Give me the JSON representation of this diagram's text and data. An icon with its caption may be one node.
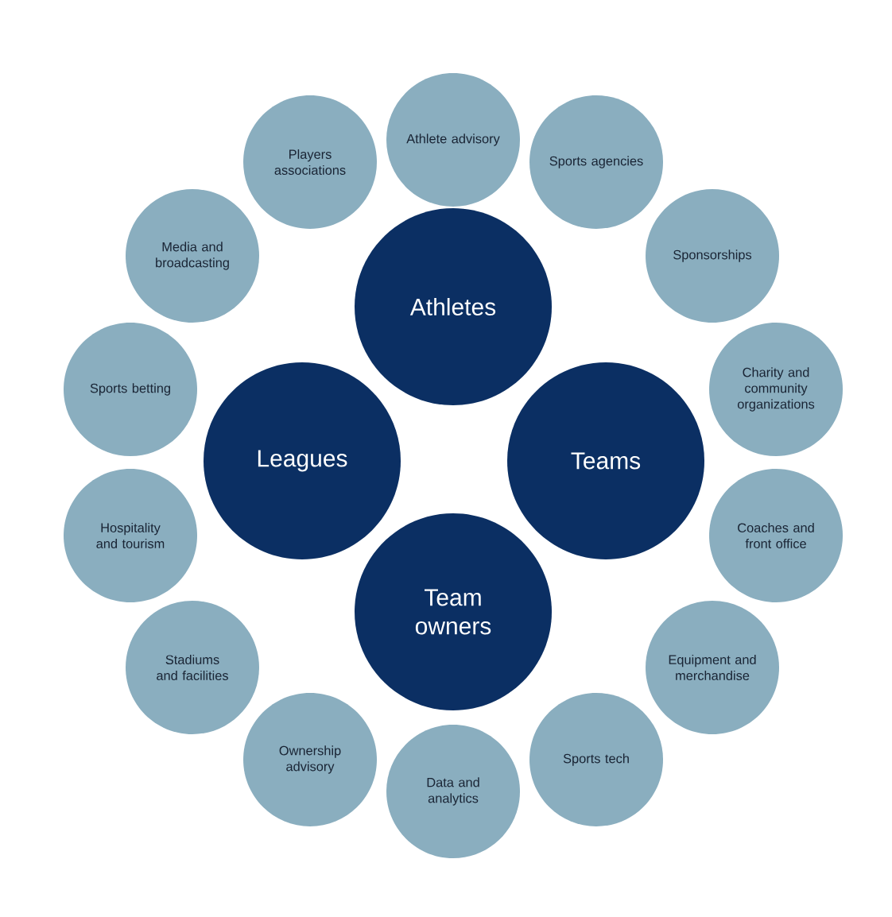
{
  "diagram": {
    "nodes": [
      {
        "text": [
          "Athletes"
        ]
      },
      {
        "text": [
          "Leagues"
        ]
      },
      {
        "text": [
          "Teams"
        ]
      },
      {
        "text": [
          "Team owners"
        ]
      },
      {
        "text": [
          "Athlete advisory"
        ]
      },
      {
        "text": [
          "Sports agencies"
        ]
      },
      {
        "text": [
          "Sponsorships"
        ]
      },
      {
        "text": [
          "Charity and community organizations"
        ]
      },
      {
        "text": [
          "Coaches and front office"
        ]
      },
      {
        "text": [
          "Equipment and merchandise"
        ]
      },
      {
        "text": [
          "Sports tech"
        ]
      },
      {
        "text": [
          "Data and analytics"
        ]
      },
      {
        "text": [
          "Ownership advisory"
        ]
      },
      {
        "text": [
          "Stadiums and facilities"
        ]
      },
      {
        "text": [
          "Hospitality and tourism"
        ]
      },
      {
        "text": [
          "Sports betting"
        ]
      },
      {
        "text": [
          "Media and broadcasting"
        ]
      },
      {
        "text": [
          "Players associations"
        ]
      }
    ]
  }
}
